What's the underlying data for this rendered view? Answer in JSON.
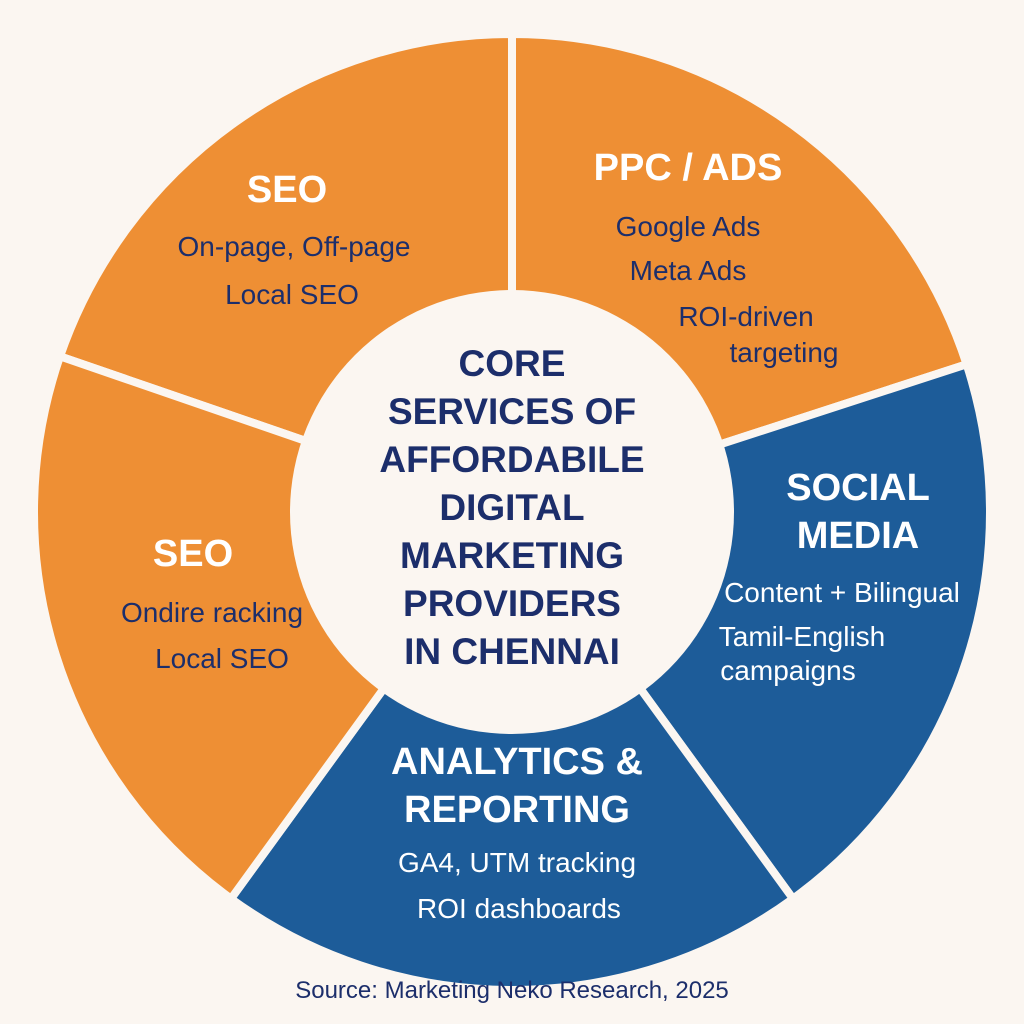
{
  "colors": {
    "orange": "#ee8f34",
    "blue": "#1d5c99",
    "background": "#fbf6f1",
    "navy_text": "#1c2e6b",
    "white": "#ffffff"
  },
  "center": {
    "lines": [
      "CORE",
      "SERVICES OF",
      "AFFORDABILE",
      "DIGITAL",
      "MARKETING",
      "PROVIDERS",
      "IN CHENNAI"
    ]
  },
  "segments": [
    {
      "id": "seo-top",
      "color": "orange",
      "title": [
        "SEO"
      ],
      "lines": [
        "On-page, Off-page",
        "Local SEO"
      ]
    },
    {
      "id": "ppc-ads",
      "color": "orange",
      "title": [
        "PPC / ADS"
      ],
      "lines": [
        "Google Ads",
        "Meta Ads",
        "ROI-driven",
        "targeting"
      ]
    },
    {
      "id": "social-media",
      "color": "blue",
      "title": [
        "SOCIAL",
        "MEDIA"
      ],
      "lines": [
        "Content + Bilingual",
        "Tamil-English",
        "campaigns"
      ]
    },
    {
      "id": "analytics-reporting",
      "color": "blue",
      "title": [
        "ANALYTICS &",
        "REPORTING"
      ],
      "lines": [
        "GA4, UTM tracking",
        "ROI dashboards"
      ]
    },
    {
      "id": "seo-left",
      "color": "orange",
      "title": [
        "SEO"
      ],
      "lines": [
        "Ondire racking",
        "Local SEO"
      ]
    }
  ],
  "source": "Source: Marketing Neko Research, 2025"
}
